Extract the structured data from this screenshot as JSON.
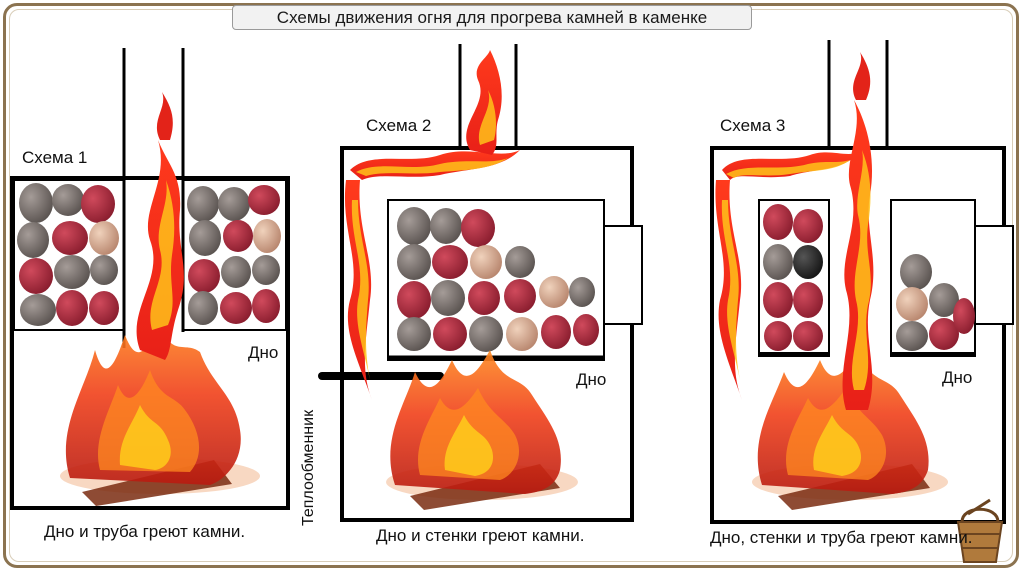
{
  "title": "Схемы  движения огня для прогрева камней в каменке",
  "schemes": [
    {
      "label": "Схема 1",
      "bottom_label": "Дно",
      "caption": "Дно и труба греют камни."
    },
    {
      "label": "Схема 2",
      "bottom_label": "Дно",
      "caption": "Дно и стенки греют камни.",
      "side_label": "Теплообменник"
    },
    {
      "label": "Схема 3",
      "bottom_label": "Дно",
      "caption": "Дно, стенки и труба греют камни."
    }
  ],
  "colors": {
    "frame": "#8b7350",
    "flame_outer": "#e32319",
    "flame_mid": "#ff7a12",
    "flame_inner": "#ffd21a",
    "stone_red": "#a8243a",
    "stone_gray": "#7d7673",
    "stone_tan": "#c9a089"
  }
}
